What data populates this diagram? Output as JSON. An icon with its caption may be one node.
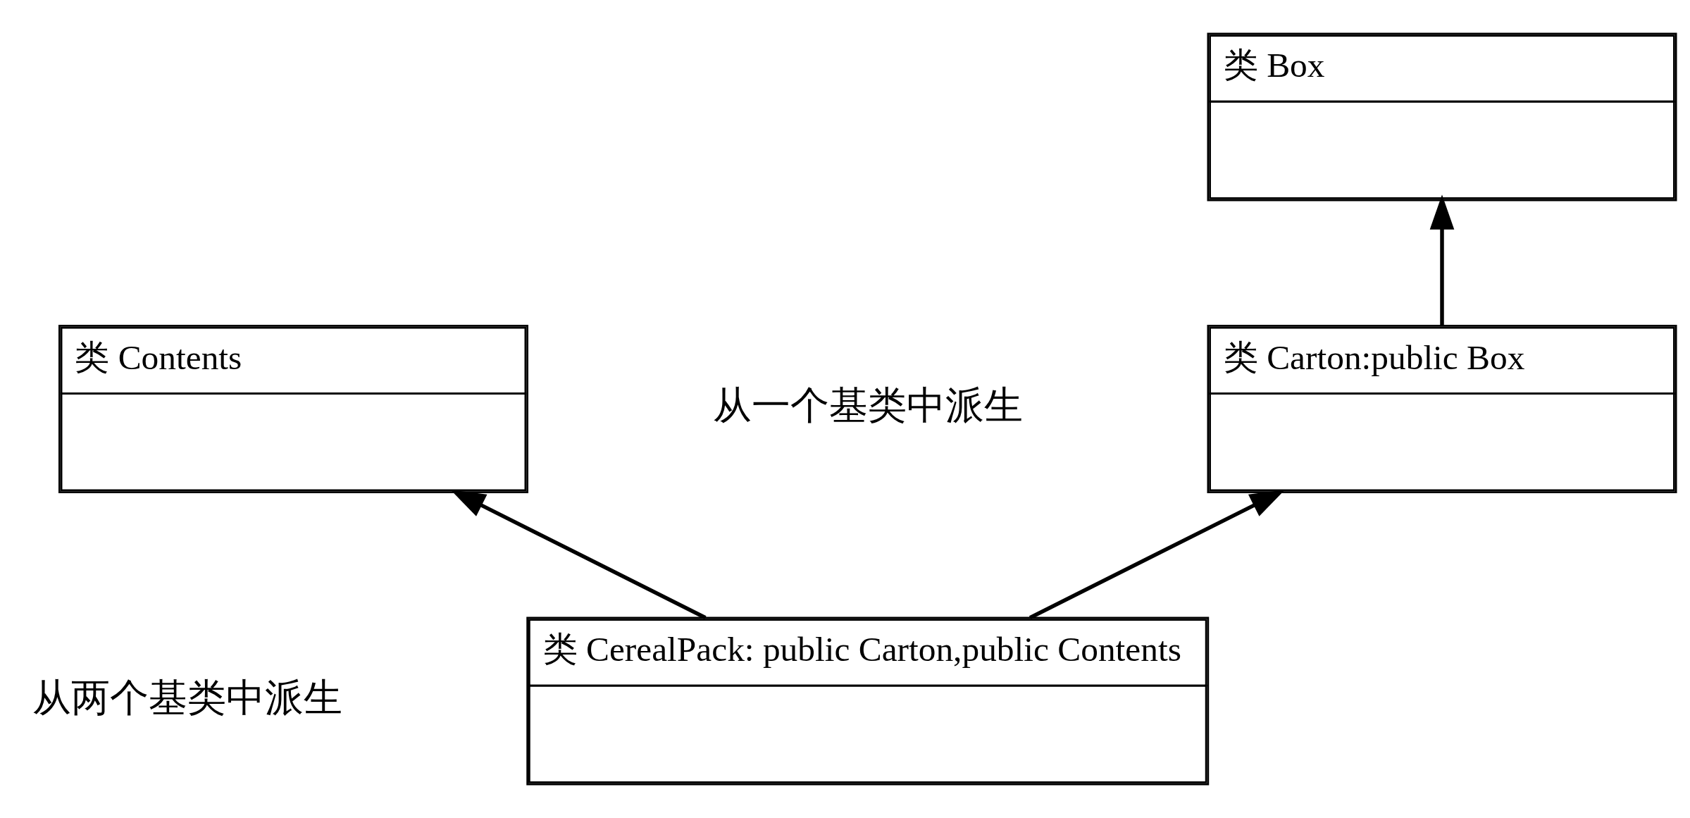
{
  "diagram": {
    "nodes": [
      {
        "text": [
          "类 Box"
        ]
      },
      {
        "text": [
          "类 Carton:public Box"
        ]
      },
      {
        "text": [
          "类 Contents"
        ]
      },
      {
        "text": [
          "类 CerealPack: public Carton,public Contents"
        ]
      }
    ],
    "edges": [
      {
        "from": 1,
        "to": 0,
        "arrow": "to"
      },
      {
        "from": 3,
        "to": 1,
        "arrow": "to"
      },
      {
        "from": 3,
        "to": 2,
        "arrow": "to"
      }
    ],
    "labels": [
      "从一个基类中派生",
      "从两个基类中派生"
    ]
  }
}
